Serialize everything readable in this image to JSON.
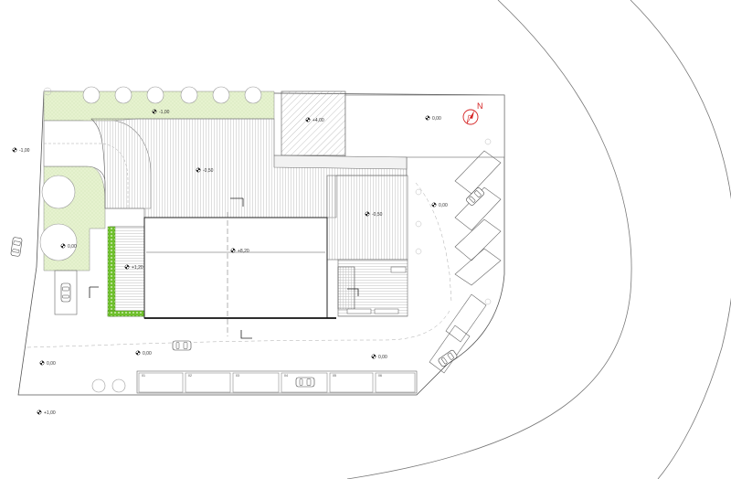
{
  "north_letter": "N",
  "colors": {
    "lawn": "#e6f2cf",
    "planter": "#6ec02c",
    "north_arrow": "#d42020",
    "linework": "#444444"
  },
  "levels": {
    "lawn_top": "-1,00",
    "outside_left": "-1,00",
    "ramp_top": "+4,00",
    "upper_court": "0,00",
    "paving_left": "-0,50",
    "paving_right": "-0,50",
    "east_parking": "0,00",
    "west_lawn": "0,00",
    "terrace": "+1,20",
    "roof": "+8,20",
    "forecourt": "0,00",
    "south_road": "0,00",
    "southwest": "0,00",
    "outside_bottom": "+1,00"
  },
  "parking_slots": [
    "01",
    "02",
    "03",
    "04",
    "05",
    "06"
  ],
  "icons": {
    "level_marker": "level-marker-icon",
    "north_arrow": "north-arrow-icon",
    "tree": "tree-icon",
    "car": "car-icon"
  }
}
